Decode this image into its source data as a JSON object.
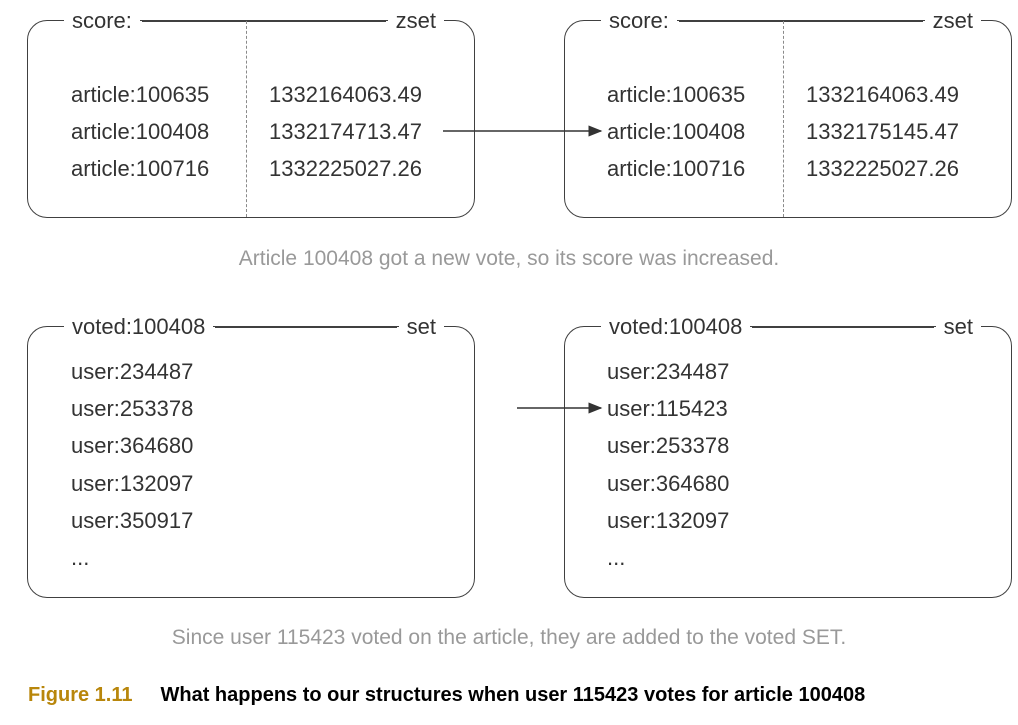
{
  "zset_before": {
    "name": "score:",
    "type": "zset",
    "members": [
      "article:100635",
      "article:100408",
      "article:100716"
    ],
    "scores": [
      "1332164063.49",
      "1332174713.47",
      "1332225027.26"
    ]
  },
  "zset_after": {
    "name": "score:",
    "type": "zset",
    "members": [
      "article:100635",
      "article:100408",
      "article:100716"
    ],
    "scores": [
      "1332164063.49",
      "1332175145.47",
      "1332225027.26"
    ]
  },
  "caption_top": "Article 100408 got a new vote, so its score was increased.",
  "set_before": {
    "name": "voted:100408",
    "type": "set",
    "items": [
      "user:234487",
      "user:253378",
      "user:364680",
      "user:132097",
      "user:350917",
      "..."
    ]
  },
  "set_after": {
    "name": "voted:100408",
    "type": "set",
    "items": [
      "user:234487",
      "user:115423",
      "user:253378",
      "user:364680",
      "user:132097",
      "..."
    ]
  },
  "caption_bottom": "Since user 115423 voted on the article, they are added to the voted SET.",
  "figure": {
    "number": "Figure 1.11",
    "title": "What happens to our structures when user 115423 votes for article 100408"
  }
}
